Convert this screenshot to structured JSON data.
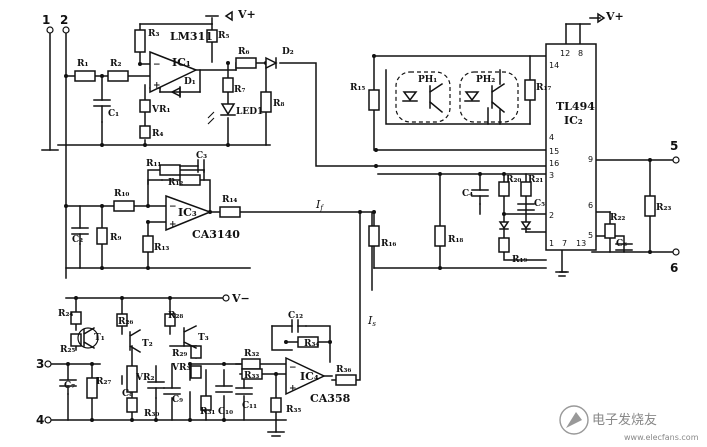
{
  "supply": {
    "pos": "V+",
    "pos2": "V+",
    "neg": "V−"
  },
  "terminals": {
    "t1": "1",
    "t2": "2",
    "t3": "3",
    "t4": "4",
    "t5": "5",
    "t6": "6"
  },
  "chips": {
    "ic1_part": "LM311",
    "ic1_ref": "IC₁",
    "ic2_part": "TL494",
    "ic2_ref": "IC₂",
    "ic3_part": "CA3140",
    "ic3_ref": "IC₃",
    "ic4_part": "CA358",
    "ic4_ref": "IC₄"
  },
  "tl494_pins": [
    "1",
    "2",
    "3",
    "4",
    "5",
    "6",
    "7",
    "8",
    "9",
    "12",
    "13",
    "14",
    "15",
    "16"
  ],
  "resistors": [
    "R₁",
    "R₂",
    "R₃",
    "R₄",
    "R₅",
    "R₆",
    "R₇",
    "R₈",
    "R₉",
    "R₁₀",
    "R₁₁",
    "R₁₂",
    "R₁₃",
    "R₁₄",
    "R₁₅",
    "R₁₆",
    "R₁₇",
    "R₁₈",
    "R₁₉",
    "R₂₀",
    "R₂₁",
    "R₂₂",
    "R₂₃",
    "R₂₄",
    "R₂₅",
    "R₂₆",
    "R₂₇",
    "R₂₈",
    "R₂₉",
    "R₃₀",
    "R₃₁",
    "R₃₂",
    "R₃₃",
    "R₃₄",
    "R₃₅",
    "R₃₆"
  ],
  "capacitors": [
    "C₁",
    "C₂",
    "C₃",
    "C₄",
    "C₅",
    "C₆",
    "C₇",
    "C₈",
    "C₉",
    "C₁₀",
    "C₁₁",
    "C₁₂"
  ],
  "others": {
    "d1": "D₁",
    "d2": "D₂",
    "led1": "LED1",
    "vr1": "VR₁",
    "vr2": "VR₂",
    "vr3": "VR₃",
    "t1": "T₁",
    "t2": "T₂",
    "t3": "T₃",
    "ph1": "PH₁",
    "ph2": "PH₂"
  },
  "currents": {
    "i1": "I",
    "i1_sub": "f",
    "i2": "I",
    "i2_sub": "s"
  },
  "watermark": {
    "cn": "电子发烧友",
    "url": "www.elecfans.com"
  }
}
